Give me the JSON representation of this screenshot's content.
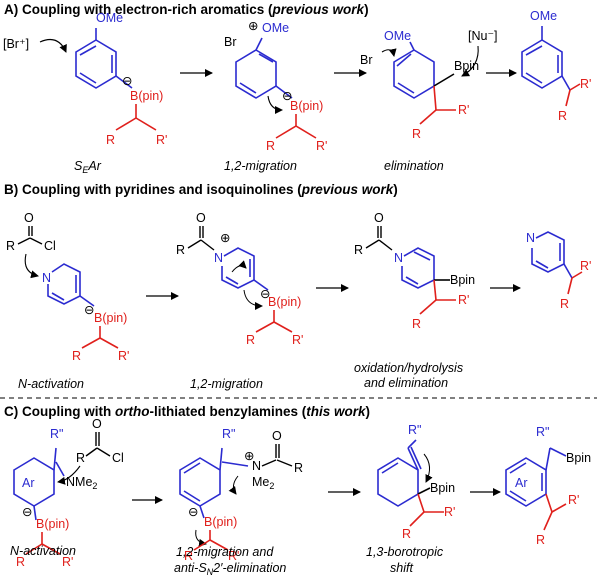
{
  "colors": {
    "blue": "#2b2bd0",
    "red": "#e0201c",
    "black": "#000000"
  },
  "sections": {
    "A": {
      "prefix": "A) Coupling with electron-rich aromatics (",
      "emph": "previous work",
      "suffix": ")",
      "reagent": "[Br⁺]",
      "nucleophile": "[Nu⁻]",
      "captions": [
        "S",
        "E",
        "Ar",
        "1,2-migration",
        "elimination"
      ]
    },
    "B": {
      "prefix": "B) Coupling with pyridines and isoquinolines (",
      "emph": "previous work",
      "suffix": ")",
      "captions": [
        "N-activation",
        "1,2-migration",
        "oxidation/hydrolysis",
        "and elimination"
      ]
    },
    "C": {
      "prefix": "C) Coupling with ",
      "emph_a": "ortho",
      "middle": "-lithiated benzylamines (",
      "emph_b": "this work",
      "suffix": ")",
      "captions": [
        "N-activation",
        "1,2-migration and",
        "anti-S",
        "N",
        "2′-elimination",
        "1,3-borotropic",
        "shift"
      ]
    }
  },
  "labels": {
    "OMe": "OMe",
    "Br": "Br",
    "Bpin_ate": "B(pin)",
    "Bpin": "Bpin",
    "R": "R",
    "Rp": "R'",
    "Rpp": "R\"",
    "Cl": "Cl",
    "O": "O",
    "N": "N",
    "NMe2": "NMe",
    "Me2": "Me",
    "sub2": "2",
    "Ar": "Ar",
    "minus": "⊖",
    "plus": "⊕"
  }
}
